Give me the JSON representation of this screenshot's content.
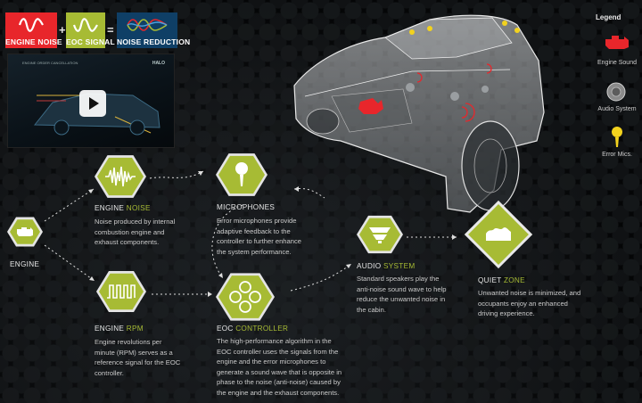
{
  "equation": {
    "engine_noise": {
      "label": "ENGINE NOISE",
      "color": "#e8262b"
    },
    "plus": "+",
    "eoc_signal": {
      "label": "EOC SIGNAL",
      "color": "#a7bb34"
    },
    "equals": "=",
    "noise_reduction": {
      "label": "NOISE REDUCTION",
      "color": "#0f3f66"
    }
  },
  "video": {
    "header_text": "ENGINE ORDER CANCELLATION",
    "logo_text": "HALO",
    "play_icon": "play-icon"
  },
  "nodes": {
    "engine": {
      "label": "ENGINE"
    },
    "engine_noise": {
      "title_a": "ENGINE ",
      "title_b": "NOISE",
      "desc": "Noise produced by internal combustion engine and exhaust components."
    },
    "engine_rpm": {
      "title_a": "ENGINE ",
      "title_b": "RPM",
      "desc": "Engine revolutions per minute (RPM) serves as a reference signal for the EOC controller."
    },
    "microphones": {
      "title_a": "MICROPHONES",
      "title_b": "",
      "desc": "Error microphones provide adaptive feedback to the controller to further enhance the system performance."
    },
    "eoc_controller": {
      "title_a": "EOC ",
      "title_b": "CONTROLLER",
      "desc": "The high-performance algorithm in the EOC controller uses the signals from the engine and the error microphones to generate a sound wave that is opposite in phase to the noise (anti-noise) caused by the engine and the exhaust components."
    },
    "audio_system": {
      "title_a": "AUDIO ",
      "title_b": "SYSTEM",
      "desc": "Standard speakers play the anti-noise sound wave to help reduce the unwanted noise in the cabin."
    },
    "quiet_zone": {
      "title_a": "QUIET ",
      "title_b": "ZONE",
      "desc": "Unwanted noise is minimized, and occupants enjoy an enhanced driving experience."
    }
  },
  "legend": {
    "title": "Legend",
    "items": [
      {
        "label": "Engine Sound",
        "icon": "engine-icon",
        "color": "#e8262b"
      },
      {
        "label": "Audio System",
        "icon": "speaker-icon",
        "color": "#8a8a8a"
      },
      {
        "label": "Error Mics.",
        "icon": "microphone-icon",
        "color": "#f2d21e"
      }
    ]
  },
  "colors": {
    "accent": "#a7bb34",
    "background": "#050607"
  }
}
